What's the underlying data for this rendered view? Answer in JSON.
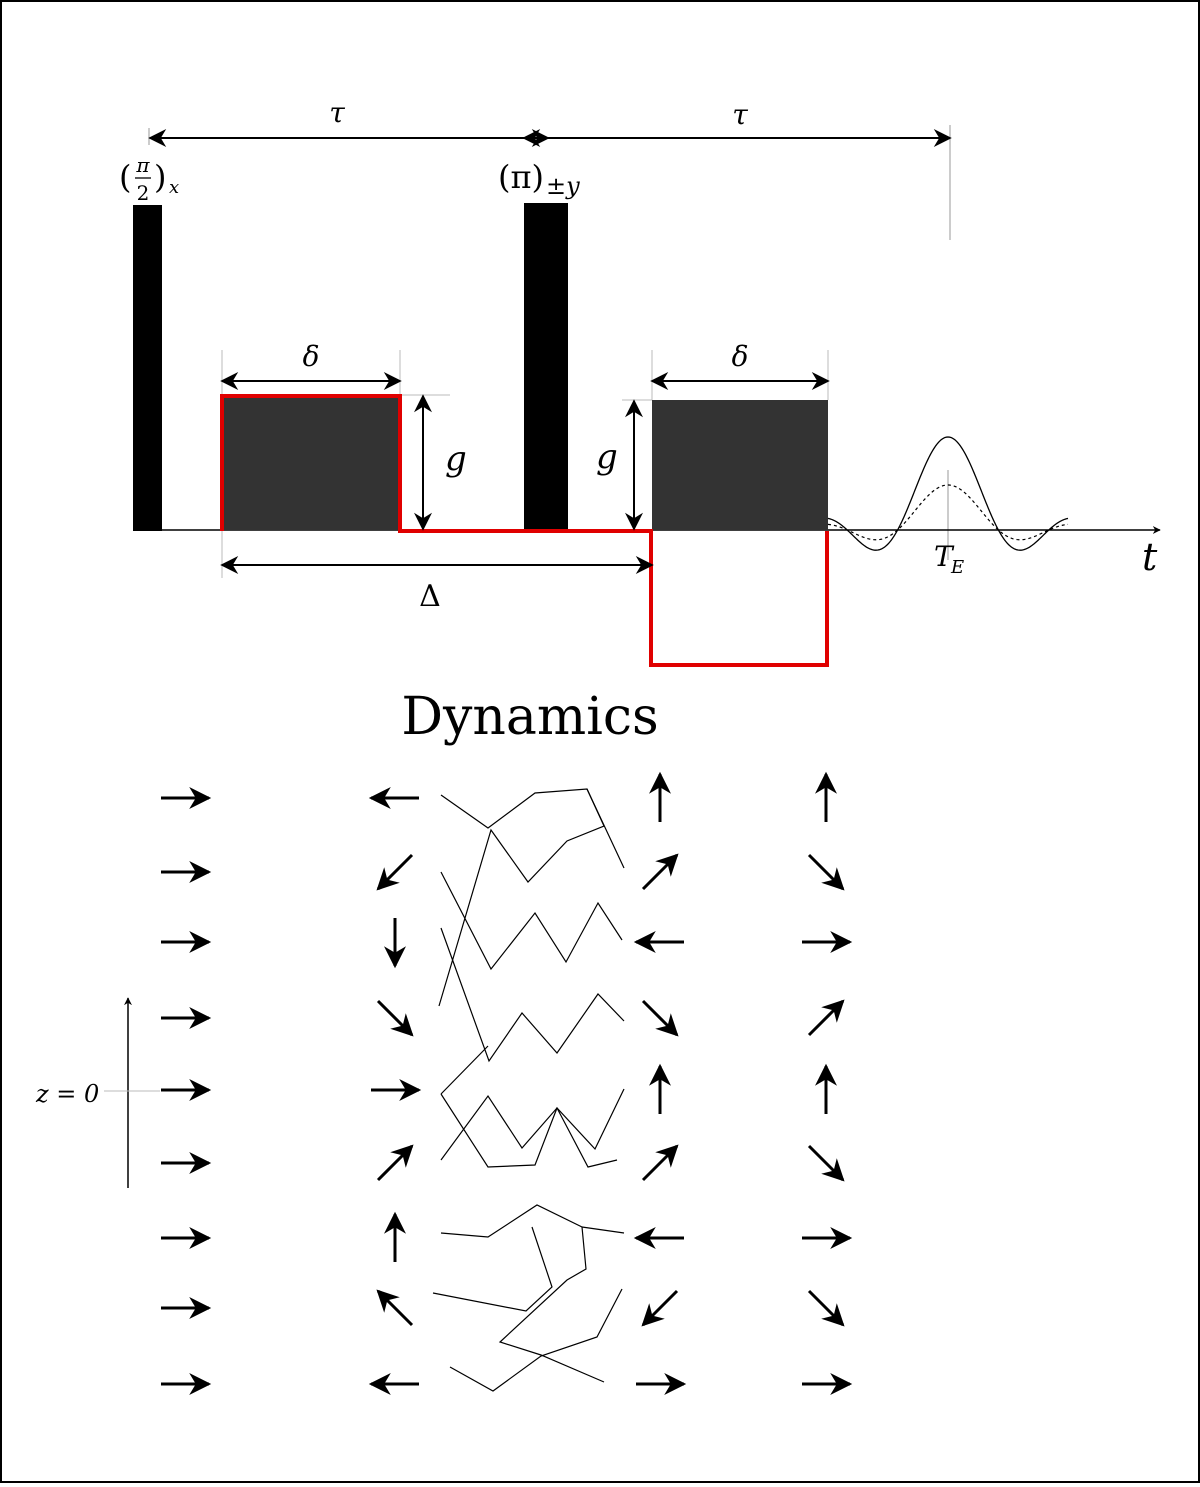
{
  "sequence": {
    "pulse1_label_frac_num": "π",
    "pulse1_label_frac_den": "2",
    "pulse1_label_paren_open": "(",
    "pulse1_label_paren_close": ")",
    "pulse1_label_sub": "x",
    "pulse2_label_main": "(π)",
    "pulse2_label_sub": "±y",
    "tau1_label": "τ",
    "tau2_label": "τ",
    "delta1_label": "δ",
    "delta2_label": "δ",
    "g1_label": "g",
    "g2_label": "g",
    "Delta_label": "Δ",
    "echo_label_main": "T",
    "echo_label_sub": "E",
    "axis_label": "t"
  },
  "dynamics": {
    "title": "Dynamics",
    "z_label": "z = 0",
    "columns": [
      {
        "role": "initial",
        "arrows": [
          "right",
          "right",
          "right",
          "right",
          "right",
          "right",
          "right",
          "right",
          "right"
        ]
      },
      {
        "role": "after-first-gradient",
        "arrows": [
          "left",
          "down-left",
          "down",
          "down-right",
          "right",
          "up-right",
          "up",
          "up-left",
          "left"
        ]
      },
      {
        "role": "diffusion",
        "arrows": []
      },
      {
        "role": "after-second-gradient-diffusing",
        "arrows": [
          "up",
          "up-right",
          "left",
          "down-right",
          "up",
          "up-right",
          "left",
          "down-left",
          "right"
        ]
      },
      {
        "role": "after-second-gradient-static",
        "arrows": [
          "up",
          "down-right",
          "right",
          "up-right",
          "up",
          "down-right",
          "right",
          "down-right",
          "right"
        ]
      }
    ]
  },
  "colors": {
    "gradient_fill": "#333333",
    "effective_gradient": "#e00000",
    "pulse": "#000000",
    "guide_line": "#999999"
  }
}
